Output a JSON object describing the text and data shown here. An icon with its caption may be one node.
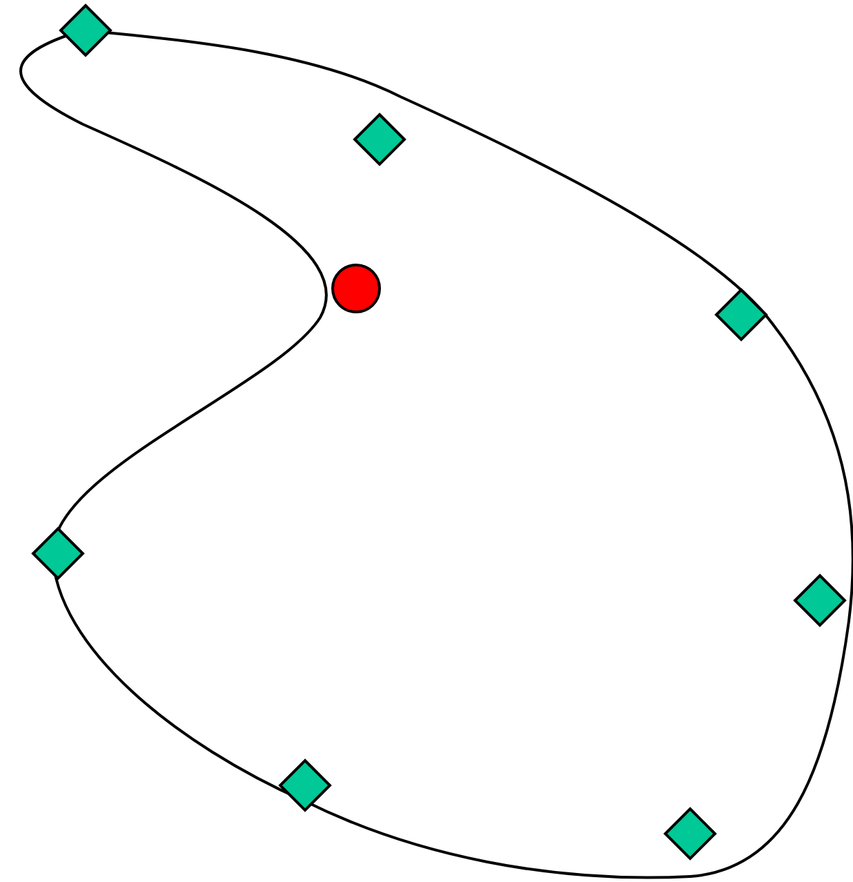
{
  "diagram": {
    "nodes": [
      {
        "text": [],
        "shape": "diamond"
      },
      {
        "text": [],
        "shape": "diamond"
      },
      {
        "text": [],
        "shape": "circle"
      },
      {
        "text": [],
        "shape": "diamond"
      },
      {
        "text": [],
        "shape": "diamond"
      },
      {
        "text": [],
        "shape": "diamond"
      },
      {
        "text": [],
        "shape": "diamond"
      },
      {
        "text": [],
        "shape": "diamond"
      }
    ]
  }
}
